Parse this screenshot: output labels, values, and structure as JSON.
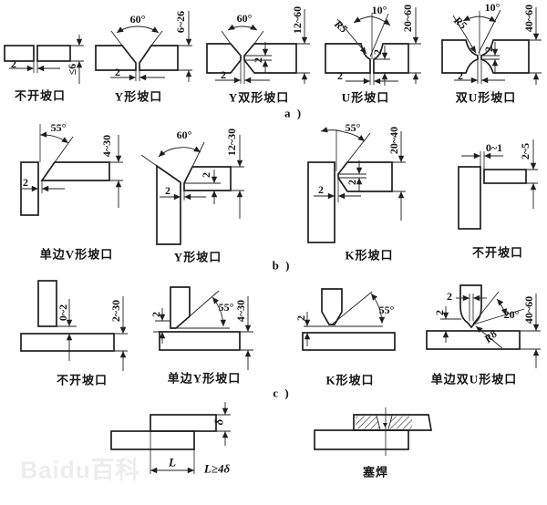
{
  "colors": {
    "line": "#1f1f1f",
    "background": "#ffffff",
    "watermark": "#ededed"
  },
  "sections": {
    "a": "a )",
    "b": "b )",
    "c": "c )"
  },
  "figures": {
    "a1": {
      "caption": "不开坡口",
      "gap": "2",
      "thickness": "≤6"
    },
    "a2": {
      "caption": "Y形坡口",
      "angle": "60°",
      "gap": "2",
      "thickness": "6~26"
    },
    "a3": {
      "caption": "Y双形坡口",
      "angle": "60°",
      "gap": "2",
      "root": "2",
      "thickness": "12~60"
    },
    "a4": {
      "caption": "U形坡口",
      "angle": "10°",
      "radius": "R5",
      "gap": "2",
      "root": "2",
      "thickness": "20~60"
    },
    "a5": {
      "caption": "双U形坡口",
      "angle": "10°",
      "radius": "R5",
      "gap": "2",
      "root": "2",
      "thickness": "40~60"
    },
    "b1": {
      "caption": "单边V形坡口",
      "angle": "55°",
      "gap": "2",
      "thickness": "4~30"
    },
    "b2": {
      "caption": "Y形坡口",
      "angle": "60°",
      "gap": "2",
      "root": "2",
      "thickness": "12~30"
    },
    "b3": {
      "caption": "K形坡口",
      "angle": "55°",
      "gap": "2",
      "root": "2",
      "thickness": "20~40"
    },
    "b4": {
      "caption": "不开坡口",
      "gap": "0~1",
      "thickness": "2~5"
    },
    "c1": {
      "caption": "不开坡口",
      "gap": "0~2",
      "thickness": "2~30"
    },
    "c2": {
      "caption": "单边Y形坡口",
      "angle": "55°",
      "root": "2",
      "thickness": "4~30"
    },
    "c3": {
      "caption": "K形坡口",
      "angle": "55°",
      "root": "2"
    },
    "c4": {
      "caption": "单边双U形坡口",
      "angle": "20°",
      "radius": "R8",
      "root_width": "2",
      "root_gap": "2",
      "thickness": "40~60"
    },
    "lap": {
      "length": "L",
      "thickness": "δ",
      "note": "L≥4δ"
    },
    "plug": {
      "caption": "塞焊"
    }
  },
  "watermark": "Baidu百科"
}
